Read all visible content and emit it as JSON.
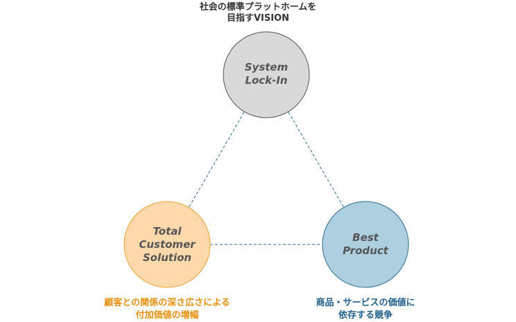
{
  "title": {
    "line1": "社会の標準プラットホームを",
    "line2": "目指すVISION"
  },
  "nodes": {
    "top": {
      "line1": "System",
      "line2": "Lock-In",
      "fill": "#d9d9d9",
      "stroke": "#555555"
    },
    "left": {
      "line1": "Total",
      "line2": "Customer",
      "line3": "Solution",
      "fill": "#fdd9ab",
      "stroke": "#f0a030"
    },
    "right": {
      "line1": "Best",
      "line2": "Product",
      "fill": "#aecfe0",
      "stroke": "#2a6a8f"
    }
  },
  "captions": {
    "left": {
      "line1": "顧客との関係の深さ広さによる",
      "line2": "付加価値の増幅",
      "color": "#e8900c"
    },
    "right": {
      "line1": "商品・サービスの価値に",
      "line2": "依存する競争",
      "color": "#1f5f8b"
    }
  },
  "connectors": {
    "style": "dashed",
    "color": "#2a6a8f"
  }
}
